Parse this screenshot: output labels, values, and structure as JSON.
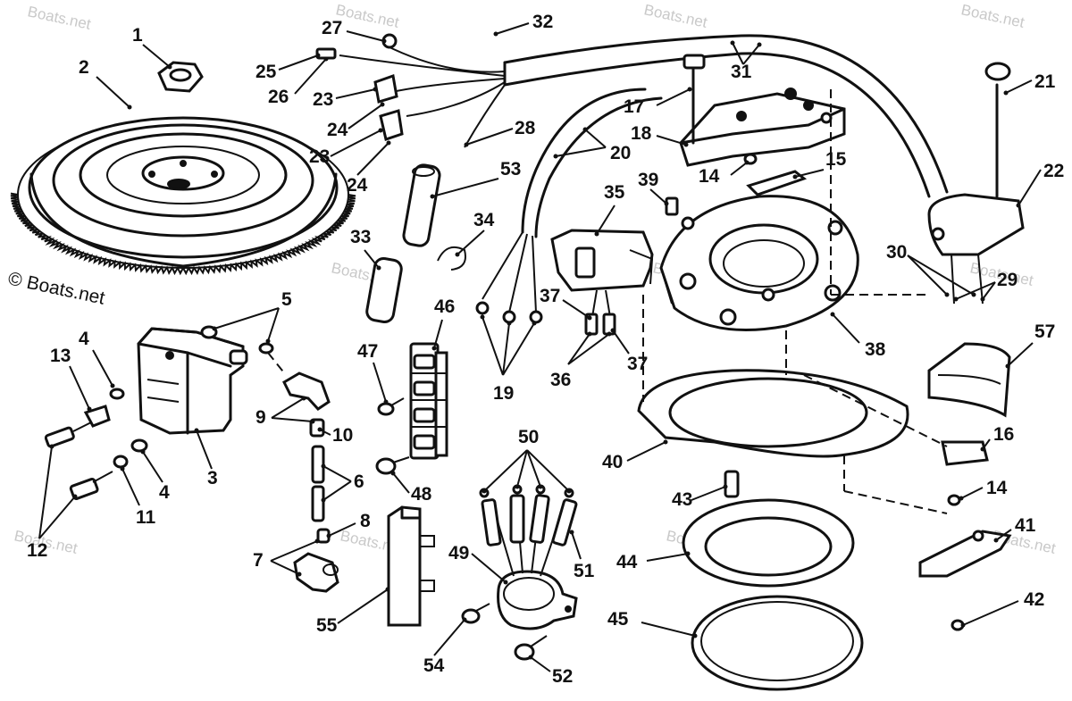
{
  "watermark": {
    "text": "© Boats.net",
    "credit_text": "© Boats.net",
    "faint_text": "Boats.net",
    "color": "#c9c9c9"
  },
  "callouts": [
    {
      "id": "1",
      "label": "1"
    },
    {
      "id": "2",
      "label": "2"
    },
    {
      "id": "3",
      "label": "3"
    },
    {
      "id": "4a",
      "label": "4"
    },
    {
      "id": "4b",
      "label": "4"
    },
    {
      "id": "5",
      "label": "5"
    },
    {
      "id": "6",
      "label": "6"
    },
    {
      "id": "7",
      "label": "7"
    },
    {
      "id": "8",
      "label": "8"
    },
    {
      "id": "9",
      "label": "9"
    },
    {
      "id": "10",
      "label": "10"
    },
    {
      "id": "11",
      "label": "11"
    },
    {
      "id": "12",
      "label": "12"
    },
    {
      "id": "13",
      "label": "13"
    },
    {
      "id": "14a",
      "label": "14"
    },
    {
      "id": "14b",
      "label": "14"
    },
    {
      "id": "15",
      "label": "15"
    },
    {
      "id": "16",
      "label": "16"
    },
    {
      "id": "17",
      "label": "17"
    },
    {
      "id": "18",
      "label": "18"
    },
    {
      "id": "19",
      "label": "19"
    },
    {
      "id": "20",
      "label": "20"
    },
    {
      "id": "21",
      "label": "21"
    },
    {
      "id": "22",
      "label": "22"
    },
    {
      "id": "23a",
      "label": "23"
    },
    {
      "id": "23b",
      "label": "23"
    },
    {
      "id": "24a",
      "label": "24"
    },
    {
      "id": "24b",
      "label": "24"
    },
    {
      "id": "25",
      "label": "25"
    },
    {
      "id": "26",
      "label": "26"
    },
    {
      "id": "27",
      "label": "27"
    },
    {
      "id": "28",
      "label": "28"
    },
    {
      "id": "29",
      "label": "29"
    },
    {
      "id": "30",
      "label": "30"
    },
    {
      "id": "31",
      "label": "31"
    },
    {
      "id": "32",
      "label": "32"
    },
    {
      "id": "33",
      "label": "33"
    },
    {
      "id": "34",
      "label": "34"
    },
    {
      "id": "35",
      "label": "35"
    },
    {
      "id": "36",
      "label": "36"
    },
    {
      "id": "37a",
      "label": "37"
    },
    {
      "id": "37b",
      "label": "37"
    },
    {
      "id": "38",
      "label": "38"
    },
    {
      "id": "39",
      "label": "39"
    },
    {
      "id": "40",
      "label": "40"
    },
    {
      "id": "41",
      "label": "41"
    },
    {
      "id": "42",
      "label": "42"
    },
    {
      "id": "43",
      "label": "43"
    },
    {
      "id": "44",
      "label": "44"
    },
    {
      "id": "45",
      "label": "45"
    },
    {
      "id": "46",
      "label": "46"
    },
    {
      "id": "47",
      "label": "47"
    },
    {
      "id": "48",
      "label": "48"
    },
    {
      "id": "49",
      "label": "49"
    },
    {
      "id": "50",
      "label": "50"
    },
    {
      "id": "51",
      "label": "51"
    },
    {
      "id": "52",
      "label": "52"
    },
    {
      "id": "53",
      "label": "53"
    },
    {
      "id": "54",
      "label": "54"
    },
    {
      "id": "55",
      "label": "55"
    },
    {
      "id": "57",
      "label": "57"
    }
  ]
}
